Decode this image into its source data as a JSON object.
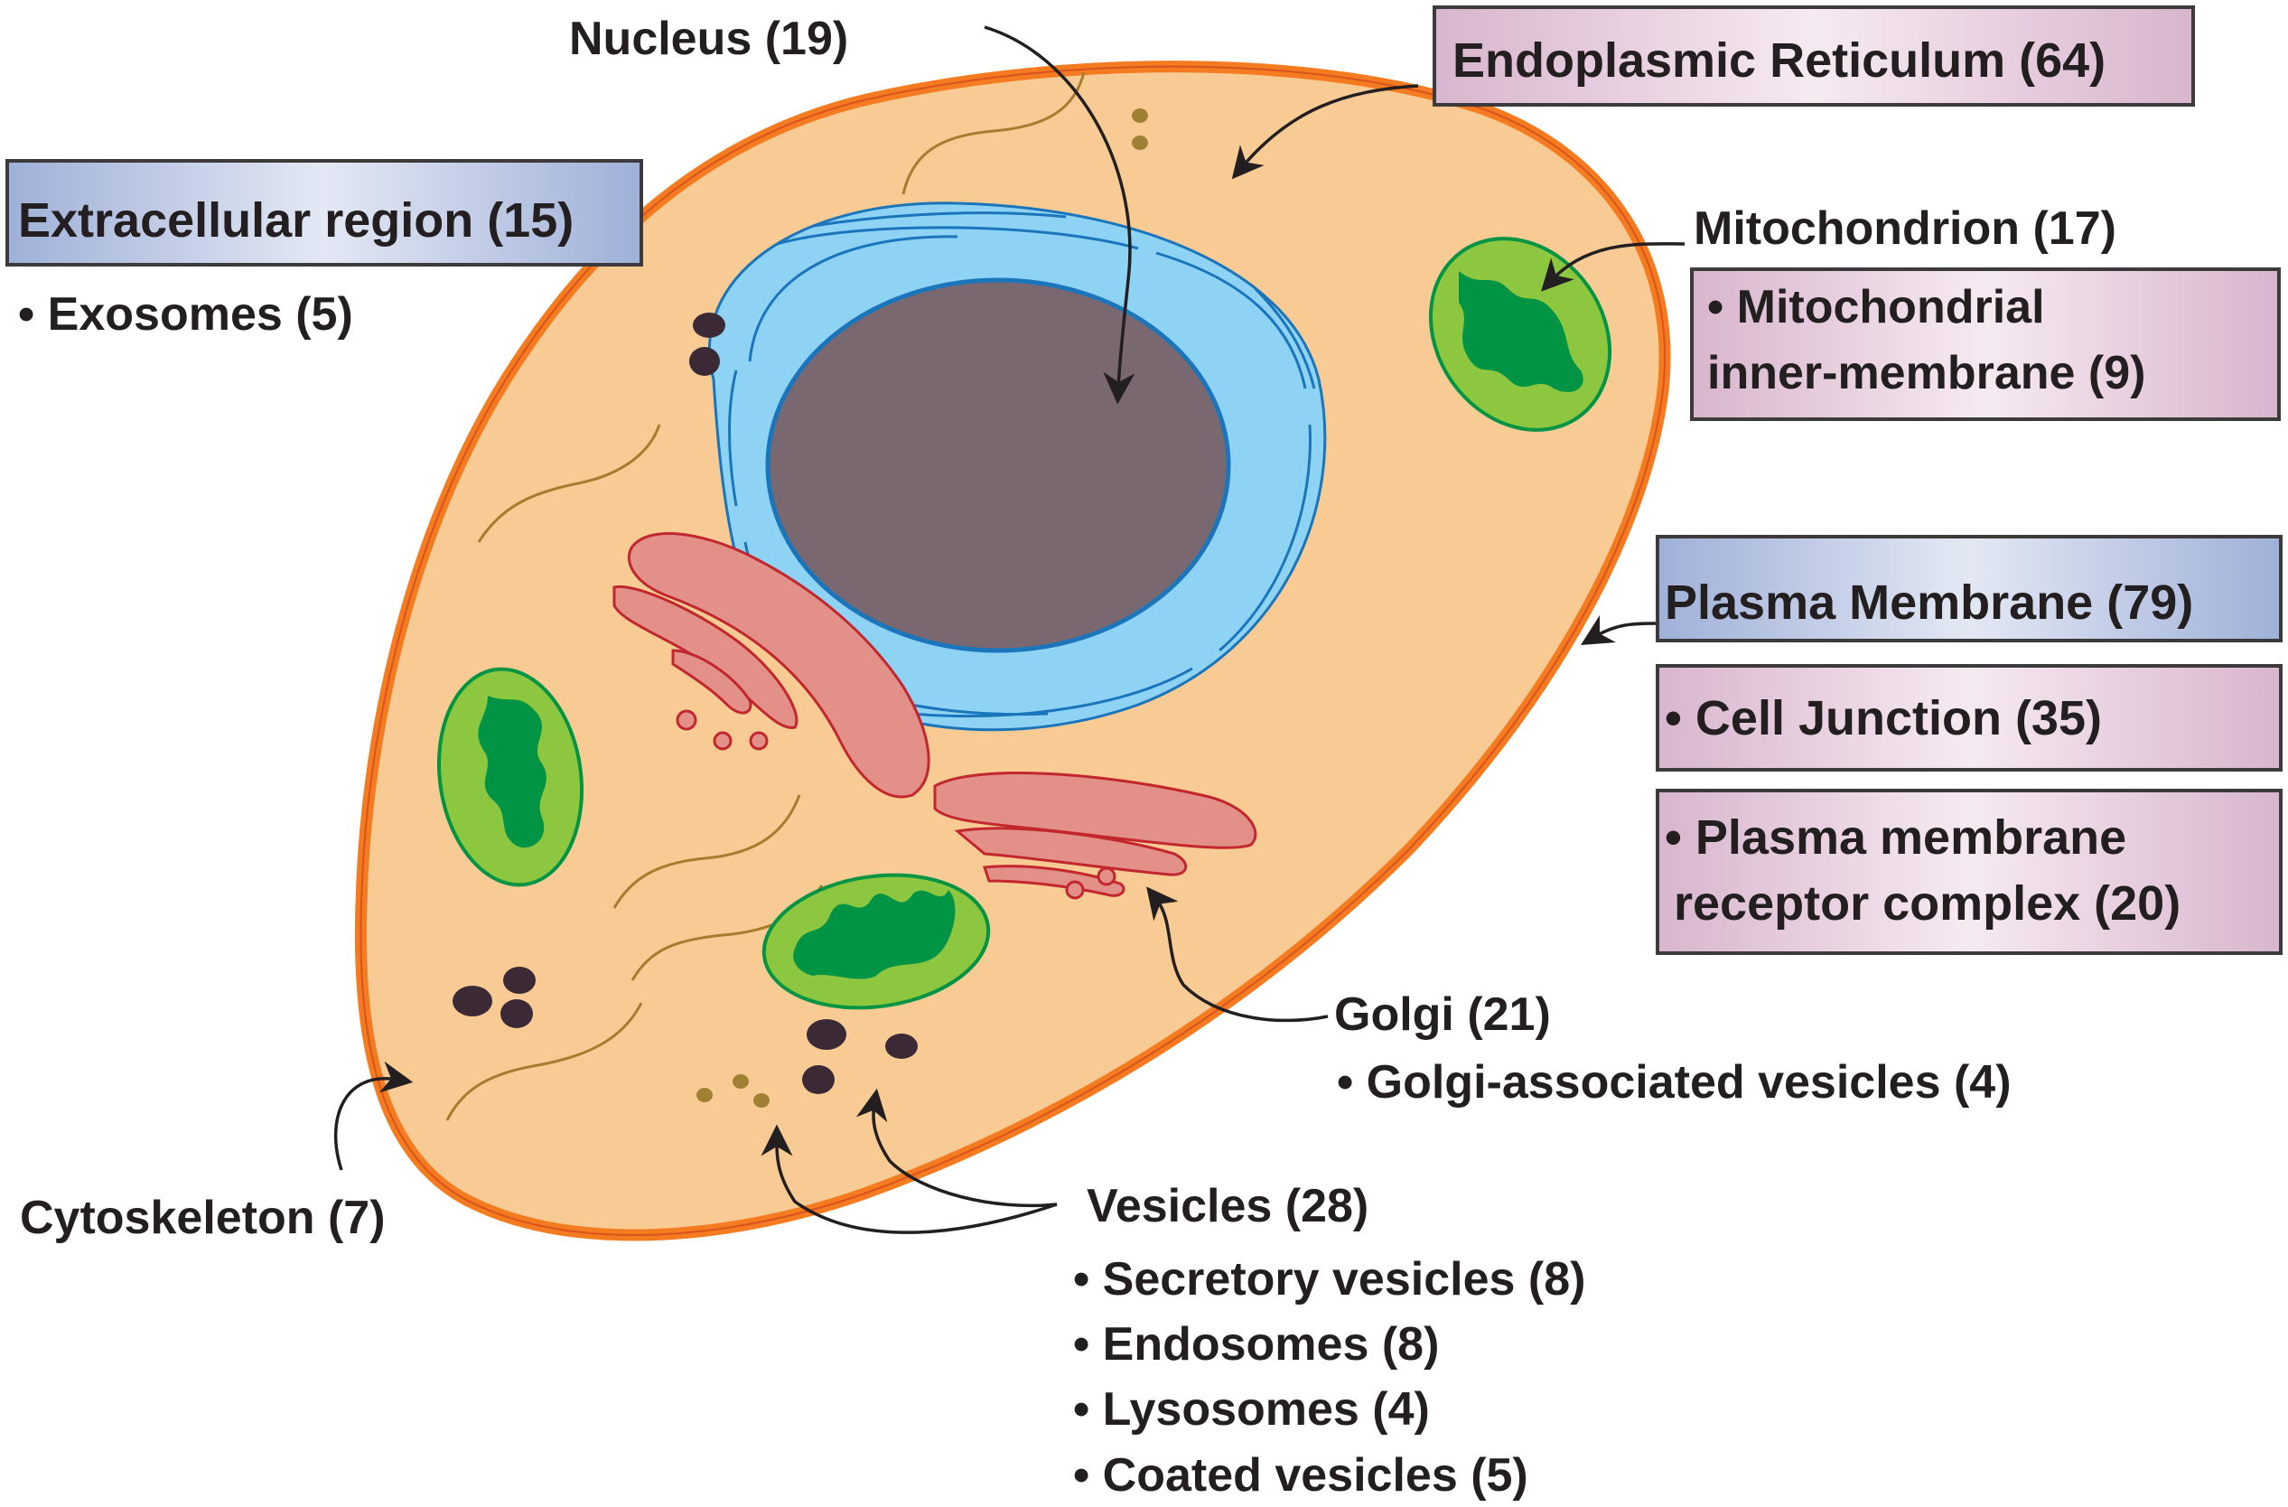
{
  "diagram": {
    "labels": {
      "nucleus": "Nucleus (19)",
      "er": "Endoplasmic Reticulum (64)",
      "extracellular": "Extracellular region (15)",
      "exosomes": "• Exosomes (5)",
      "mitochondrion": "Mitochondrion (17)",
      "mito_inner_1": "• Mitochondrial",
      "mito_inner_2": "inner-membrane (9)",
      "plasma_membrane": "Plasma Membrane (79)",
      "cell_junction": "• Cell Junction (35)",
      "pm_receptor_1": "• Plasma membrane",
      "pm_receptor_2": "receptor complex (20)",
      "golgi": "Golgi (21)",
      "golgi_vesicles": "• Golgi-associated vesicles (4)",
      "cytoskeleton": "Cytoskeleton (7)",
      "vesicles": "Vesicles (28)",
      "secretory": "• Secretory vesicles (8)",
      "endosomes": "• Endosomes (8)",
      "lysosomes": "• Lysosomes (4)",
      "coated": "• Coated vesicles (5)"
    },
    "colors": {
      "cytoplasm": "#f9cb94",
      "membrane": "#f47b20",
      "membrane_outline": "#d9531e",
      "nucleus": "#7a6870",
      "er_fill": "#8fd3f4",
      "er_stroke": "#1b75bb",
      "golgi_fill": "#e39089",
      "golgi_stroke": "#c1272d",
      "mito_fill": "#8dc63f",
      "mito_inner": "#009444",
      "vesicle_dark": "#3b2a35",
      "vesicle_small": "#a08032",
      "filament": "#a67c2e",
      "box_blue": "#a3b1d6",
      "box_pink": "#dcc0d4",
      "arrow": "#231f20"
    }
  }
}
